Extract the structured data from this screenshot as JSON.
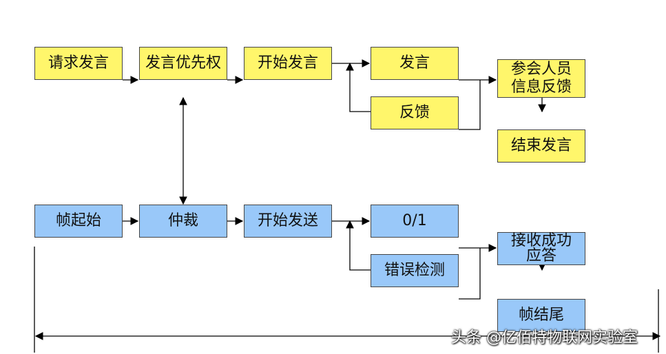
{
  "diagram": {
    "top_row": {
      "request": "请求发言",
      "priority": "发言优先权",
      "start_speaking": "开始发言",
      "speak": "发言",
      "feedback": "反馈",
      "attendee_feedback_line1": "参会人员",
      "attendee_feedback_line2": "信息反馈",
      "end_speaking": "结束发言"
    },
    "bottom_row": {
      "frame_start": "帧起始",
      "arbitration": "仲裁",
      "start_sending": "开始发送",
      "bit_value": "0/1",
      "error_detection": "错误检测",
      "ack_line1": "接收成功",
      "ack_line2": "应答",
      "frame_end": "帧结尾"
    }
  },
  "watermark": "头条 @亿佰特物联网实验室",
  "colors": {
    "top_fill": "#fff66b",
    "bottom_fill": "#99c8f9",
    "line": "#000000"
  }
}
